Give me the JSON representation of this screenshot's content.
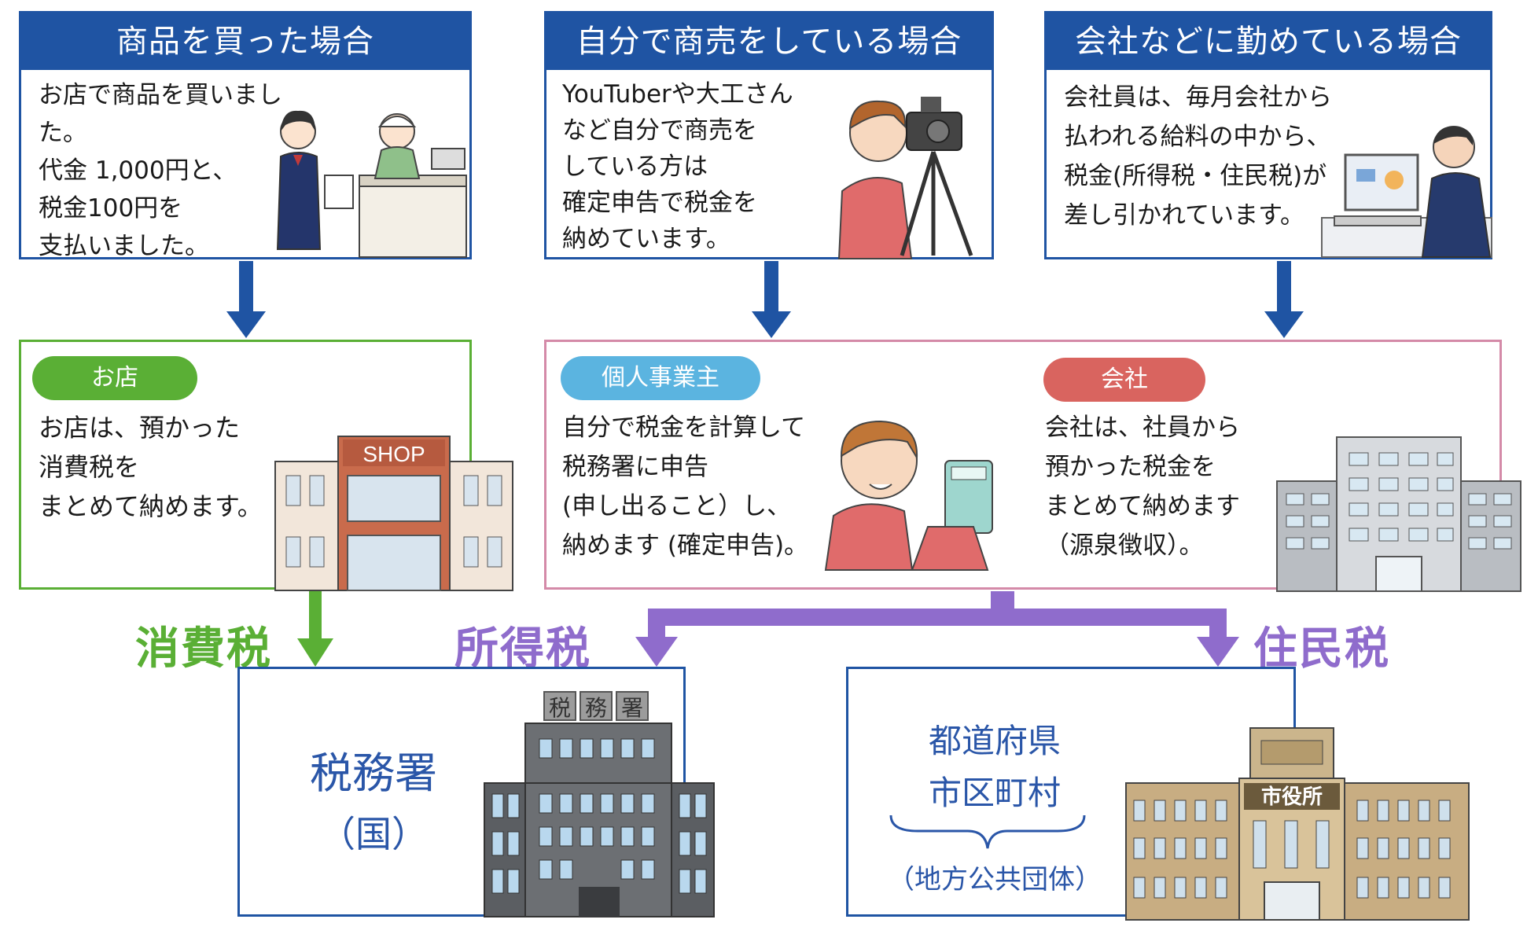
{
  "colors": {
    "blue": "#1f54a3",
    "green": "#5aaf35",
    "pink": "#d48aa8",
    "purple": "#8f6ccc",
    "pill_green": "#5aaf35",
    "pill_blue": "#5bb4e0",
    "pill_red": "#d9645f"
  },
  "boxes": {
    "buy": {
      "title": "商品を買った場合",
      "text": "お店で商品を買いました。\n代金 1,000円と、\n税金100円を\n支払いました。"
    },
    "self": {
      "title": "自分で商売をしている場合",
      "text": "YouTuberや大工さん\nなど自分で商売を\nしている方は\n確定申告で税金を\n納めています。"
    },
    "company": {
      "title": "会社などに勤めている場合",
      "text": "会社員は、毎月会社から\n払われる給料の中から、\n税金(所得税・住民税)が\n差し引かれています。"
    }
  },
  "shop": {
    "pill": "お店",
    "text": "お店は、預かった\n消費税を\nまとめて納めます。",
    "sign": "SHOP"
  },
  "sole": {
    "pill": "個人事業主",
    "text": "自分で税金を計算して\n税務署に申告\n(申し出ること）し、\n納めます (確定申告)。"
  },
  "corp": {
    "pill": "会社",
    "text": "会社は、社員から\n預かった税金を\nまとめて納めます\n（源泉徴収）。"
  },
  "taxes": {
    "consumption": "消費税",
    "income": "所得税",
    "resident": "住民税"
  },
  "tax_office": {
    "name": "税務署",
    "sub": "（国）",
    "sign_chars": [
      "税",
      "務",
      "署"
    ]
  },
  "local": {
    "line1": "都道府県",
    "line2": "市区町村",
    "sub": "（地方公共団体）",
    "sign": "市役所"
  }
}
